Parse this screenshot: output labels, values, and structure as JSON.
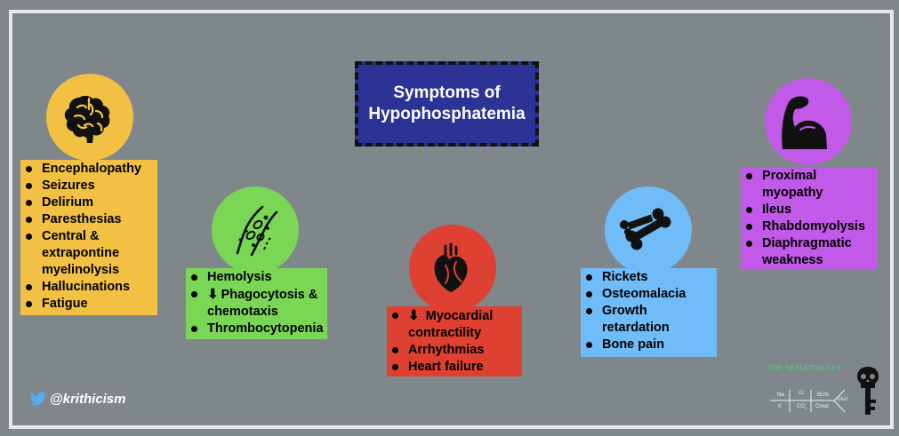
{
  "title": {
    "line1": "Symptoms of",
    "line2": "Hypophosphatemia"
  },
  "colors": {
    "background": "#7f878b",
    "title_bg": "#2b3494",
    "neuro": "#f2c144",
    "blood": "#7ad655",
    "cardiac": "#de4131",
    "bone": "#6fbcf8",
    "muscle": "#c15ae8"
  },
  "groups": {
    "neuro": {
      "icon": "brain-icon",
      "items": [
        "Encephalopathy",
        "Seizures",
        "Delirium",
        "Paresthesias",
        "Central & extrapontine myelinolysis",
        "Hallucinations",
        "Fatigue"
      ]
    },
    "blood": {
      "icon": "blood-vessel-icon",
      "items": [
        "Hemolysis",
        "Phagocytosis & chemotaxis",
        "Thrombocytopenia"
      ]
    },
    "cardiac": {
      "icon": "heart-icon",
      "items": [
        "Myocardial contractility",
        "Arrhythmias",
        "Heart failure"
      ]
    },
    "bone": {
      "icon": "bones-icon",
      "items": [
        "Rickets",
        "Osteomalacia",
        "Growth retardation",
        "Bone pain"
      ]
    },
    "muscle": {
      "icon": "flexed-arm-icon",
      "items": [
        "Proximal myopathy",
        "Ileus",
        "Rhabdomyolysis",
        "Diaphragmatic weakness"
      ]
    }
  },
  "twitter": {
    "handle": "@krithicism",
    "icon": "twitter-bird-icon"
  },
  "logo": {
    "title": "THE SKELETON KEY",
    "cells": [
      "Na",
      "Cl",
      "BUN",
      "Gluc",
      "K",
      "CO",
      "Creat"
    ],
    "icon": "skull-key-icon"
  }
}
